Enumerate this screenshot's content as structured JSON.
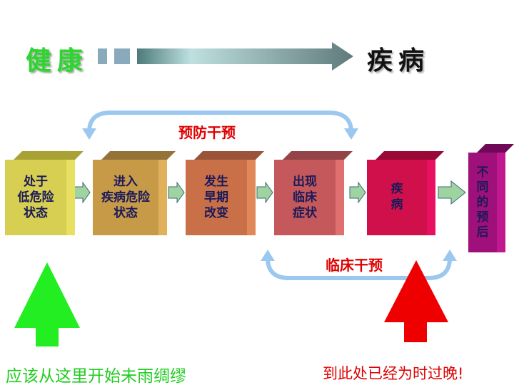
{
  "header": {
    "from": "健康",
    "to": "疾病"
  },
  "stages": [
    {
      "label": "处于\n低危险\n状态",
      "color": "#d6cf52"
    },
    {
      "label": "进入\n疾病危险\n状态",
      "color": "#c79a48"
    },
    {
      "label": "发生\n早期\n改变",
      "color": "#c97048"
    },
    {
      "label": "出现\n临床\n症状",
      "color": "#c4585a"
    },
    {
      "label": "疾\n病",
      "color": "#d0104a"
    },
    {
      "label": "不\n同\n的\n预\n后",
      "color": "#a0107a"
    }
  ],
  "interventions": {
    "prevention": "预防干预",
    "clinical": "临床干预"
  },
  "footer": {
    "left": "应该从这里开始未雨绸缪",
    "right": "到此处已经为时过晚!"
  },
  "colors": {
    "green": "#22dd22",
    "red": "#ee0000",
    "arc": "#9cc8f0"
  }
}
